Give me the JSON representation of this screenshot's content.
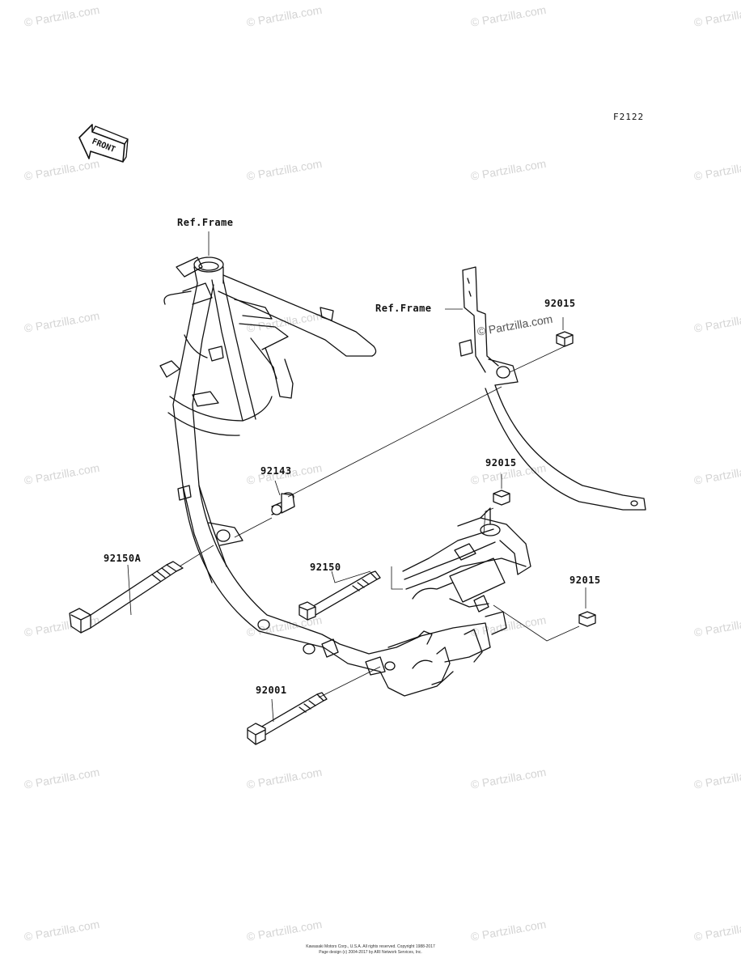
{
  "diagram": {
    "code": "F2122",
    "front_label": "FRONT",
    "watermark": "© Partzilla.com",
    "labels": {
      "ref_frame_1": "Ref.Frame",
      "ref_frame_2": "Ref.Frame",
      "p92015_top": "92015",
      "p92143": "92143",
      "p92015_mid": "92015",
      "p92150A": "92150A",
      "p92150": "92150",
      "p92015_low": "92015",
      "p92001": "92001"
    },
    "footer_line1": "Kawasaki Motors Corp., U.S.A. All rights reserved. Copyright 1988-2017",
    "footer_line2": "Page design (c) 2004-2017 by ARI Network Services, Inc."
  }
}
